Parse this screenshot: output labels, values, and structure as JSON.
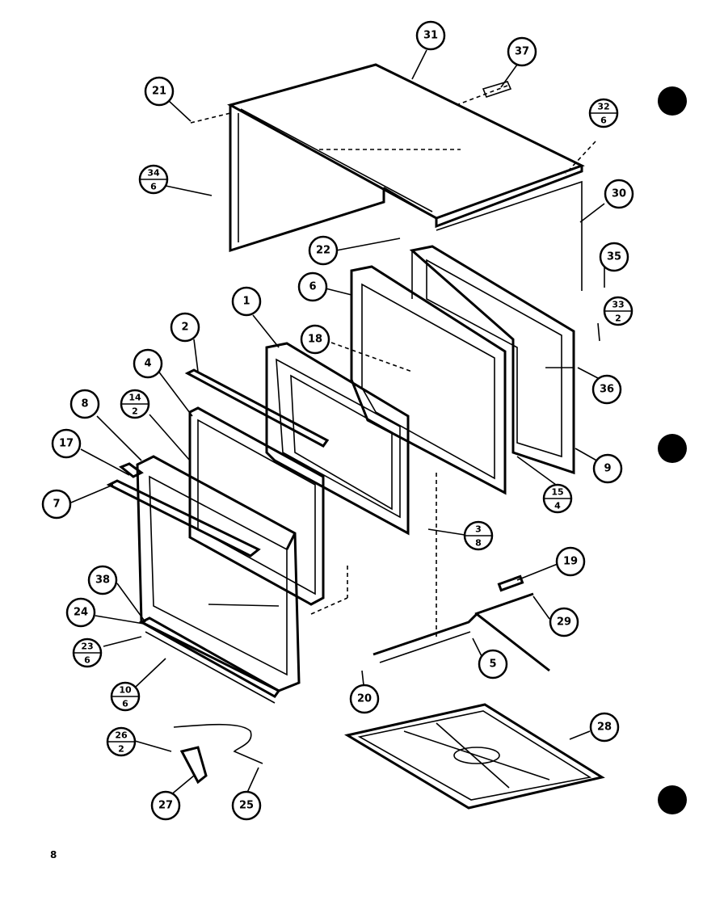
{
  "diagram": {
    "page_mark": "8",
    "callouts": [
      {
        "id": "c31",
        "label": "31"
      },
      {
        "id": "c37",
        "label": "37"
      },
      {
        "id": "c21",
        "label": "21"
      },
      {
        "id": "c30",
        "label": "30"
      },
      {
        "id": "c22",
        "label": "22"
      },
      {
        "id": "c35",
        "label": "35"
      },
      {
        "id": "c6",
        "label": "6"
      },
      {
        "id": "c1",
        "label": "1"
      },
      {
        "id": "c18",
        "label": "18"
      },
      {
        "id": "c2",
        "label": "2"
      },
      {
        "id": "c4",
        "label": "4"
      },
      {
        "id": "c36",
        "label": "36"
      },
      {
        "id": "c8",
        "label": "8"
      },
      {
        "id": "c17",
        "label": "17"
      },
      {
        "id": "c9",
        "label": "9"
      },
      {
        "id": "c7",
        "label": "7"
      },
      {
        "id": "c19",
        "label": "19"
      },
      {
        "id": "c38",
        "label": "38"
      },
      {
        "id": "c24",
        "label": "24"
      },
      {
        "id": "c29",
        "label": "29"
      },
      {
        "id": "c5",
        "label": "5"
      },
      {
        "id": "c20",
        "label": "20"
      },
      {
        "id": "c28",
        "label": "28"
      },
      {
        "id": "c27",
        "label": "27"
      },
      {
        "id": "c25",
        "label": "25"
      }
    ],
    "fraction_callouts": [
      {
        "id": "f32",
        "top": "32",
        "bottom": "6"
      },
      {
        "id": "f34",
        "top": "34",
        "bottom": "6"
      },
      {
        "id": "f33",
        "top": "33",
        "bottom": "2"
      },
      {
        "id": "f14",
        "top": "14",
        "bottom": "2"
      },
      {
        "id": "f15",
        "top": "15",
        "bottom": "4"
      },
      {
        "id": "f3",
        "top": "3",
        "bottom": "8"
      },
      {
        "id": "f23",
        "top": "23",
        "bottom": "6"
      },
      {
        "id": "f10",
        "top": "10",
        "bottom": "6"
      },
      {
        "id": "f26",
        "top": "26",
        "bottom": "2"
      }
    ]
  }
}
